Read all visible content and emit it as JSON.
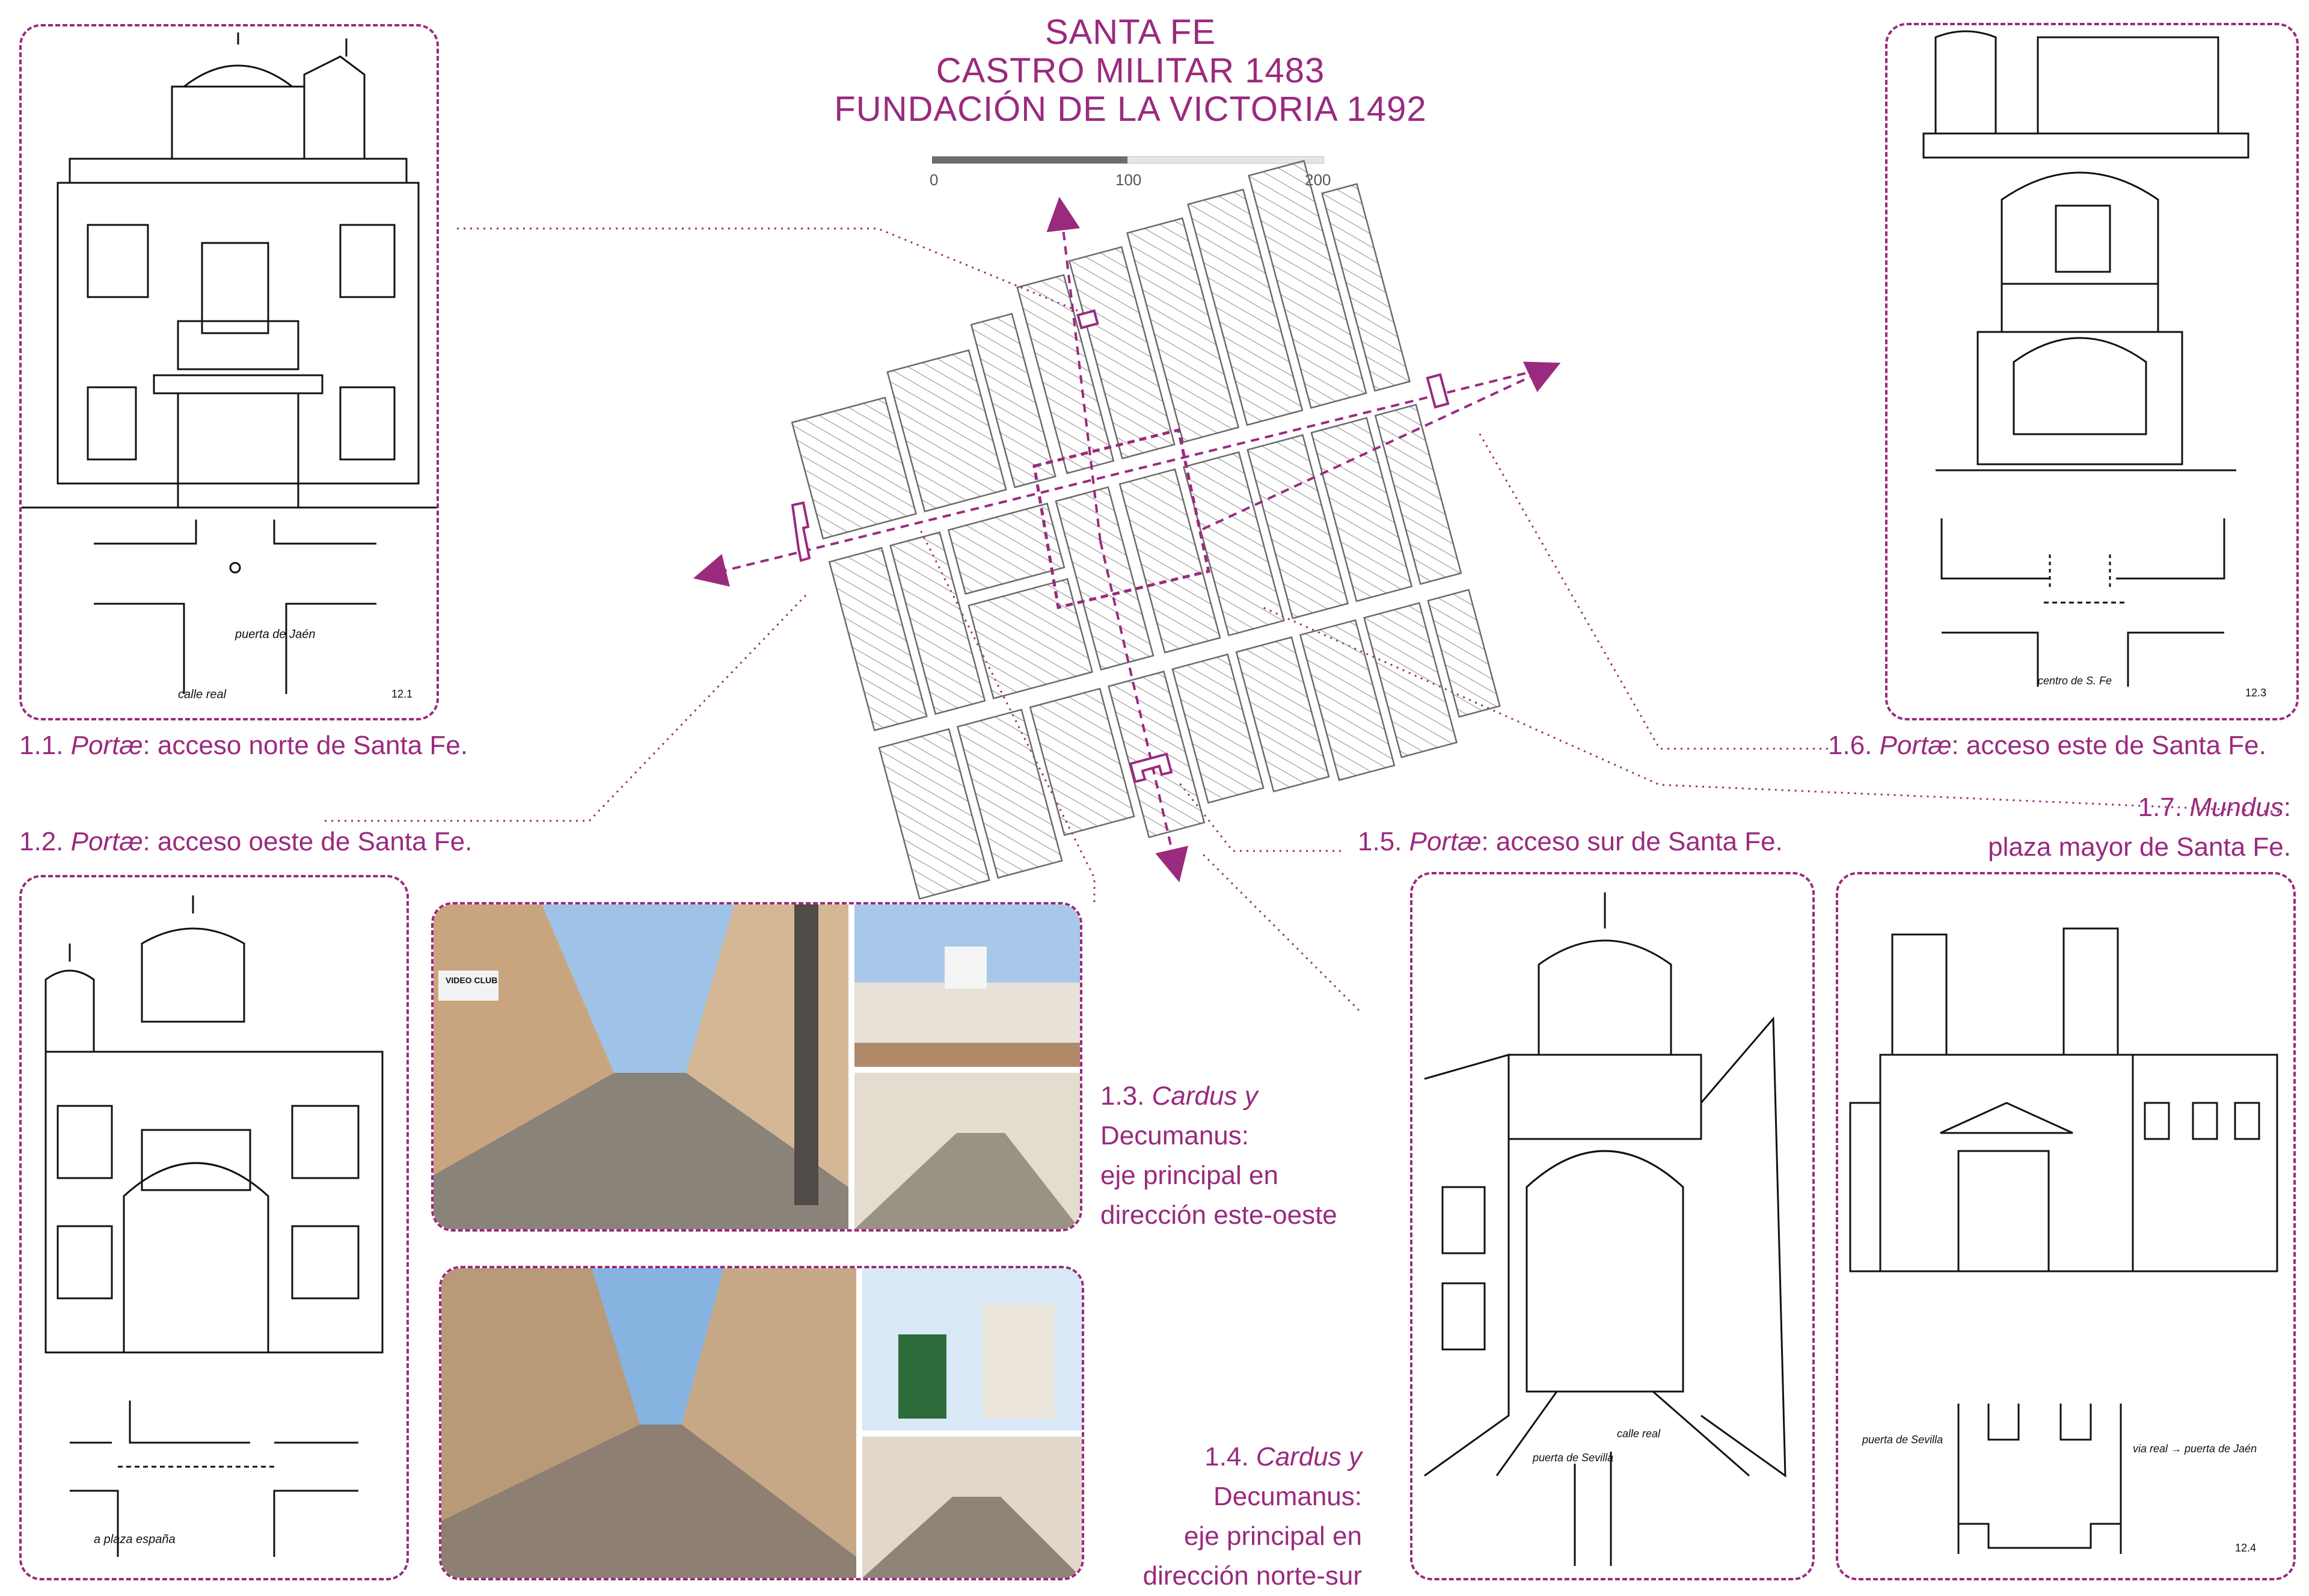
{
  "title": {
    "line1": "SANTA FE",
    "line2": "CASTRO MILITAR 1483",
    "line3": "FUNDACIÓN DE LA VICTORIA 1492"
  },
  "scale": {
    "tick0": "0",
    "tick1": "100",
    "tick2": "200"
  },
  "colors": {
    "accent": "#9a2a7e",
    "hatch": "#8a8a8a"
  },
  "captions": {
    "c11": {
      "num": "1.1.",
      "term": "Portæ",
      "text": ": acceso norte de Santa Fe."
    },
    "c12": {
      "num": "1.2.",
      "term": "Portæ",
      "text": ": acceso oeste de Santa Fe."
    },
    "c15": {
      "num": "1.5.",
      "term": "Portæ",
      "text": ": acceso sur de Santa Fe."
    },
    "c16": {
      "num": "1.6.",
      "term": "Portæ",
      "text": ": acceso este de Santa Fe."
    },
    "c17": {
      "num": "1.7.",
      "term": "Mundus",
      "text": ":",
      "line2": "plaza mayor de Santa Fe."
    },
    "c13": {
      "num": "1.3.",
      "term": "Cardus y",
      "line2": "Decumanus:",
      "line3": "eje principal en",
      "line4": "dirección este-oeste"
    },
    "c14": {
      "num": "1.4.",
      "term": "Cardus y",
      "line2": "Decumanus:",
      "line3": "eje principal en",
      "line4": "dirección norte-sur"
    }
  },
  "sketch_notes": {
    "n11_a": "puerta de Jaén",
    "n11_b": "calle real",
    "n11_page": "12.1",
    "n12_a": "a plaza españa",
    "n16_a": "centro de S. Fe",
    "n16_page": "12.3",
    "n15_a": "puerta de Sevilla",
    "n15_b": "calle real",
    "n17_a": "puerta de Sevilla",
    "n17_b": "via real → puerta de Jaén",
    "n17_page": "12.4",
    "shop_sign": "VIDEO CLUB"
  }
}
